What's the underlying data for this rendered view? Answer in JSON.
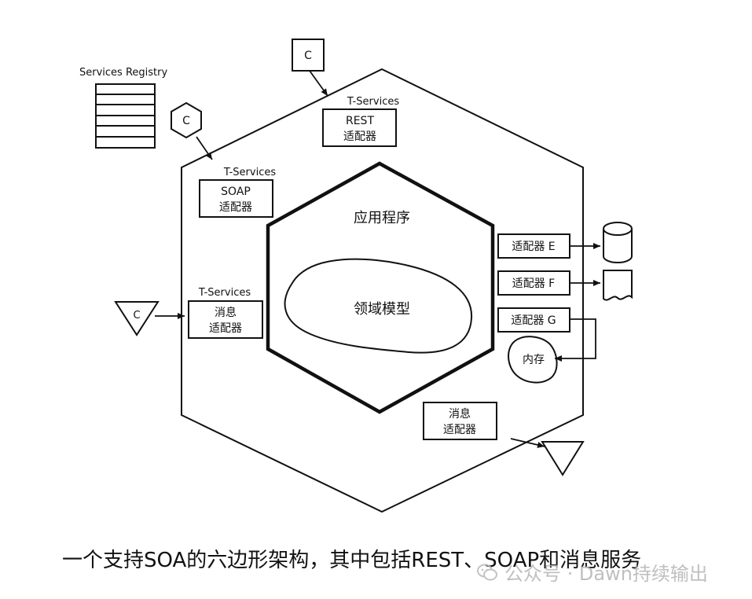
{
  "registry": {
    "label": "Services Registry"
  },
  "consumers": {
    "square": "C",
    "hexagon": "C",
    "triangle": "C"
  },
  "outer": {
    "t_services_top": "T-Services",
    "t_services_left": "T-Services",
    "t_services_msg": "T-Services",
    "rest_adapter": [
      "REST",
      "适配器"
    ],
    "soap_adapter": [
      "SOAP",
      "适配器"
    ],
    "msg_adapter_left": [
      "消息",
      "适配器"
    ],
    "msg_adapter_bottom": [
      "消息",
      "适配器"
    ],
    "adapter_e": "适配器 E",
    "adapter_f": "适配器 F",
    "adapter_g": "适配器 G"
  },
  "inner": {
    "application": "应用程序",
    "domain_model": "领域模型"
  },
  "external": {
    "memory": "内存"
  },
  "caption": "一个支持SOA的六边形架构，其中包括REST、SOAP和消息服务",
  "watermark": "公众号 · Dawn持续输出"
}
